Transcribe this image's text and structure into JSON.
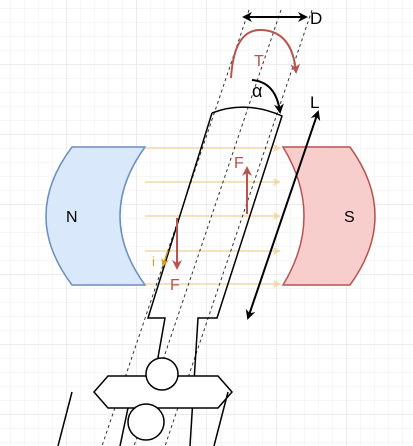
{
  "labels": {
    "north_pole": "N",
    "south_pole": "S",
    "torque": "T",
    "angle": "α",
    "width_d": "D",
    "length_l": "L",
    "force_upper": "F",
    "force_lower": "F",
    "current": "i"
  },
  "colors": {
    "north_fill": "#dae8fc",
    "north_stroke": "#6c8ebf",
    "south_fill": "#f8cecc",
    "south_stroke": "#b85450",
    "force": "#b85450",
    "torque": "#b85450",
    "field_lines": "#f5deb3",
    "current": "#d4a017",
    "outline": "#000000"
  }
}
